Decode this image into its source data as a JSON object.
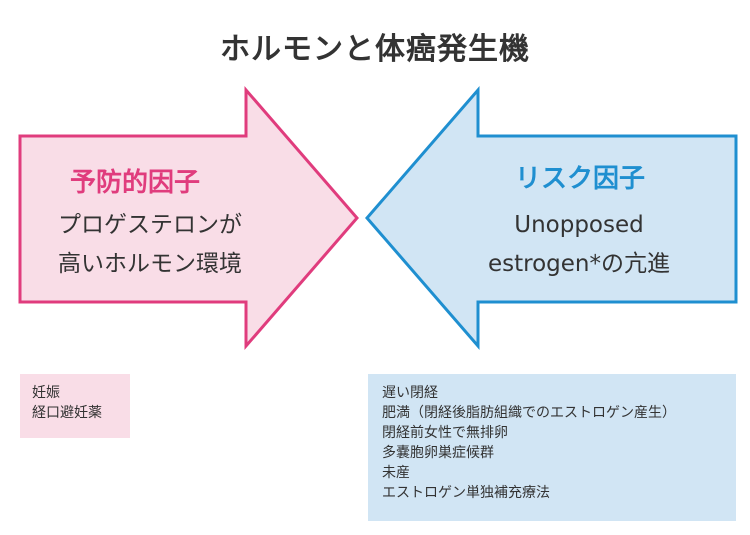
{
  "title": "ホルモンと体癌発生機",
  "colors": {
    "protective_stroke": "#e03c7d",
    "protective_fill": "#f9dde7",
    "risk_stroke": "#1f8fd0",
    "risk_fill": "#d1e5f4"
  },
  "protective": {
    "heading": "予防的因子",
    "body_lines": [
      "プロゲステロンが",
      "高いホルモン環境"
    ],
    "items": [
      "妊娠",
      "経口避妊薬"
    ]
  },
  "risk": {
    "heading": "リスク因子",
    "body_lines": [
      "Unopposed",
      "estrogen*の亢進"
    ],
    "items": [
      "遅い閉経",
      "肥満（閉経後脂肪組織でのエストロゲン産生）",
      "閉経前女性で無排卵",
      "多嚢胞卵巣症候群",
      "未産",
      "エストロゲン単独補充療法"
    ]
  }
}
